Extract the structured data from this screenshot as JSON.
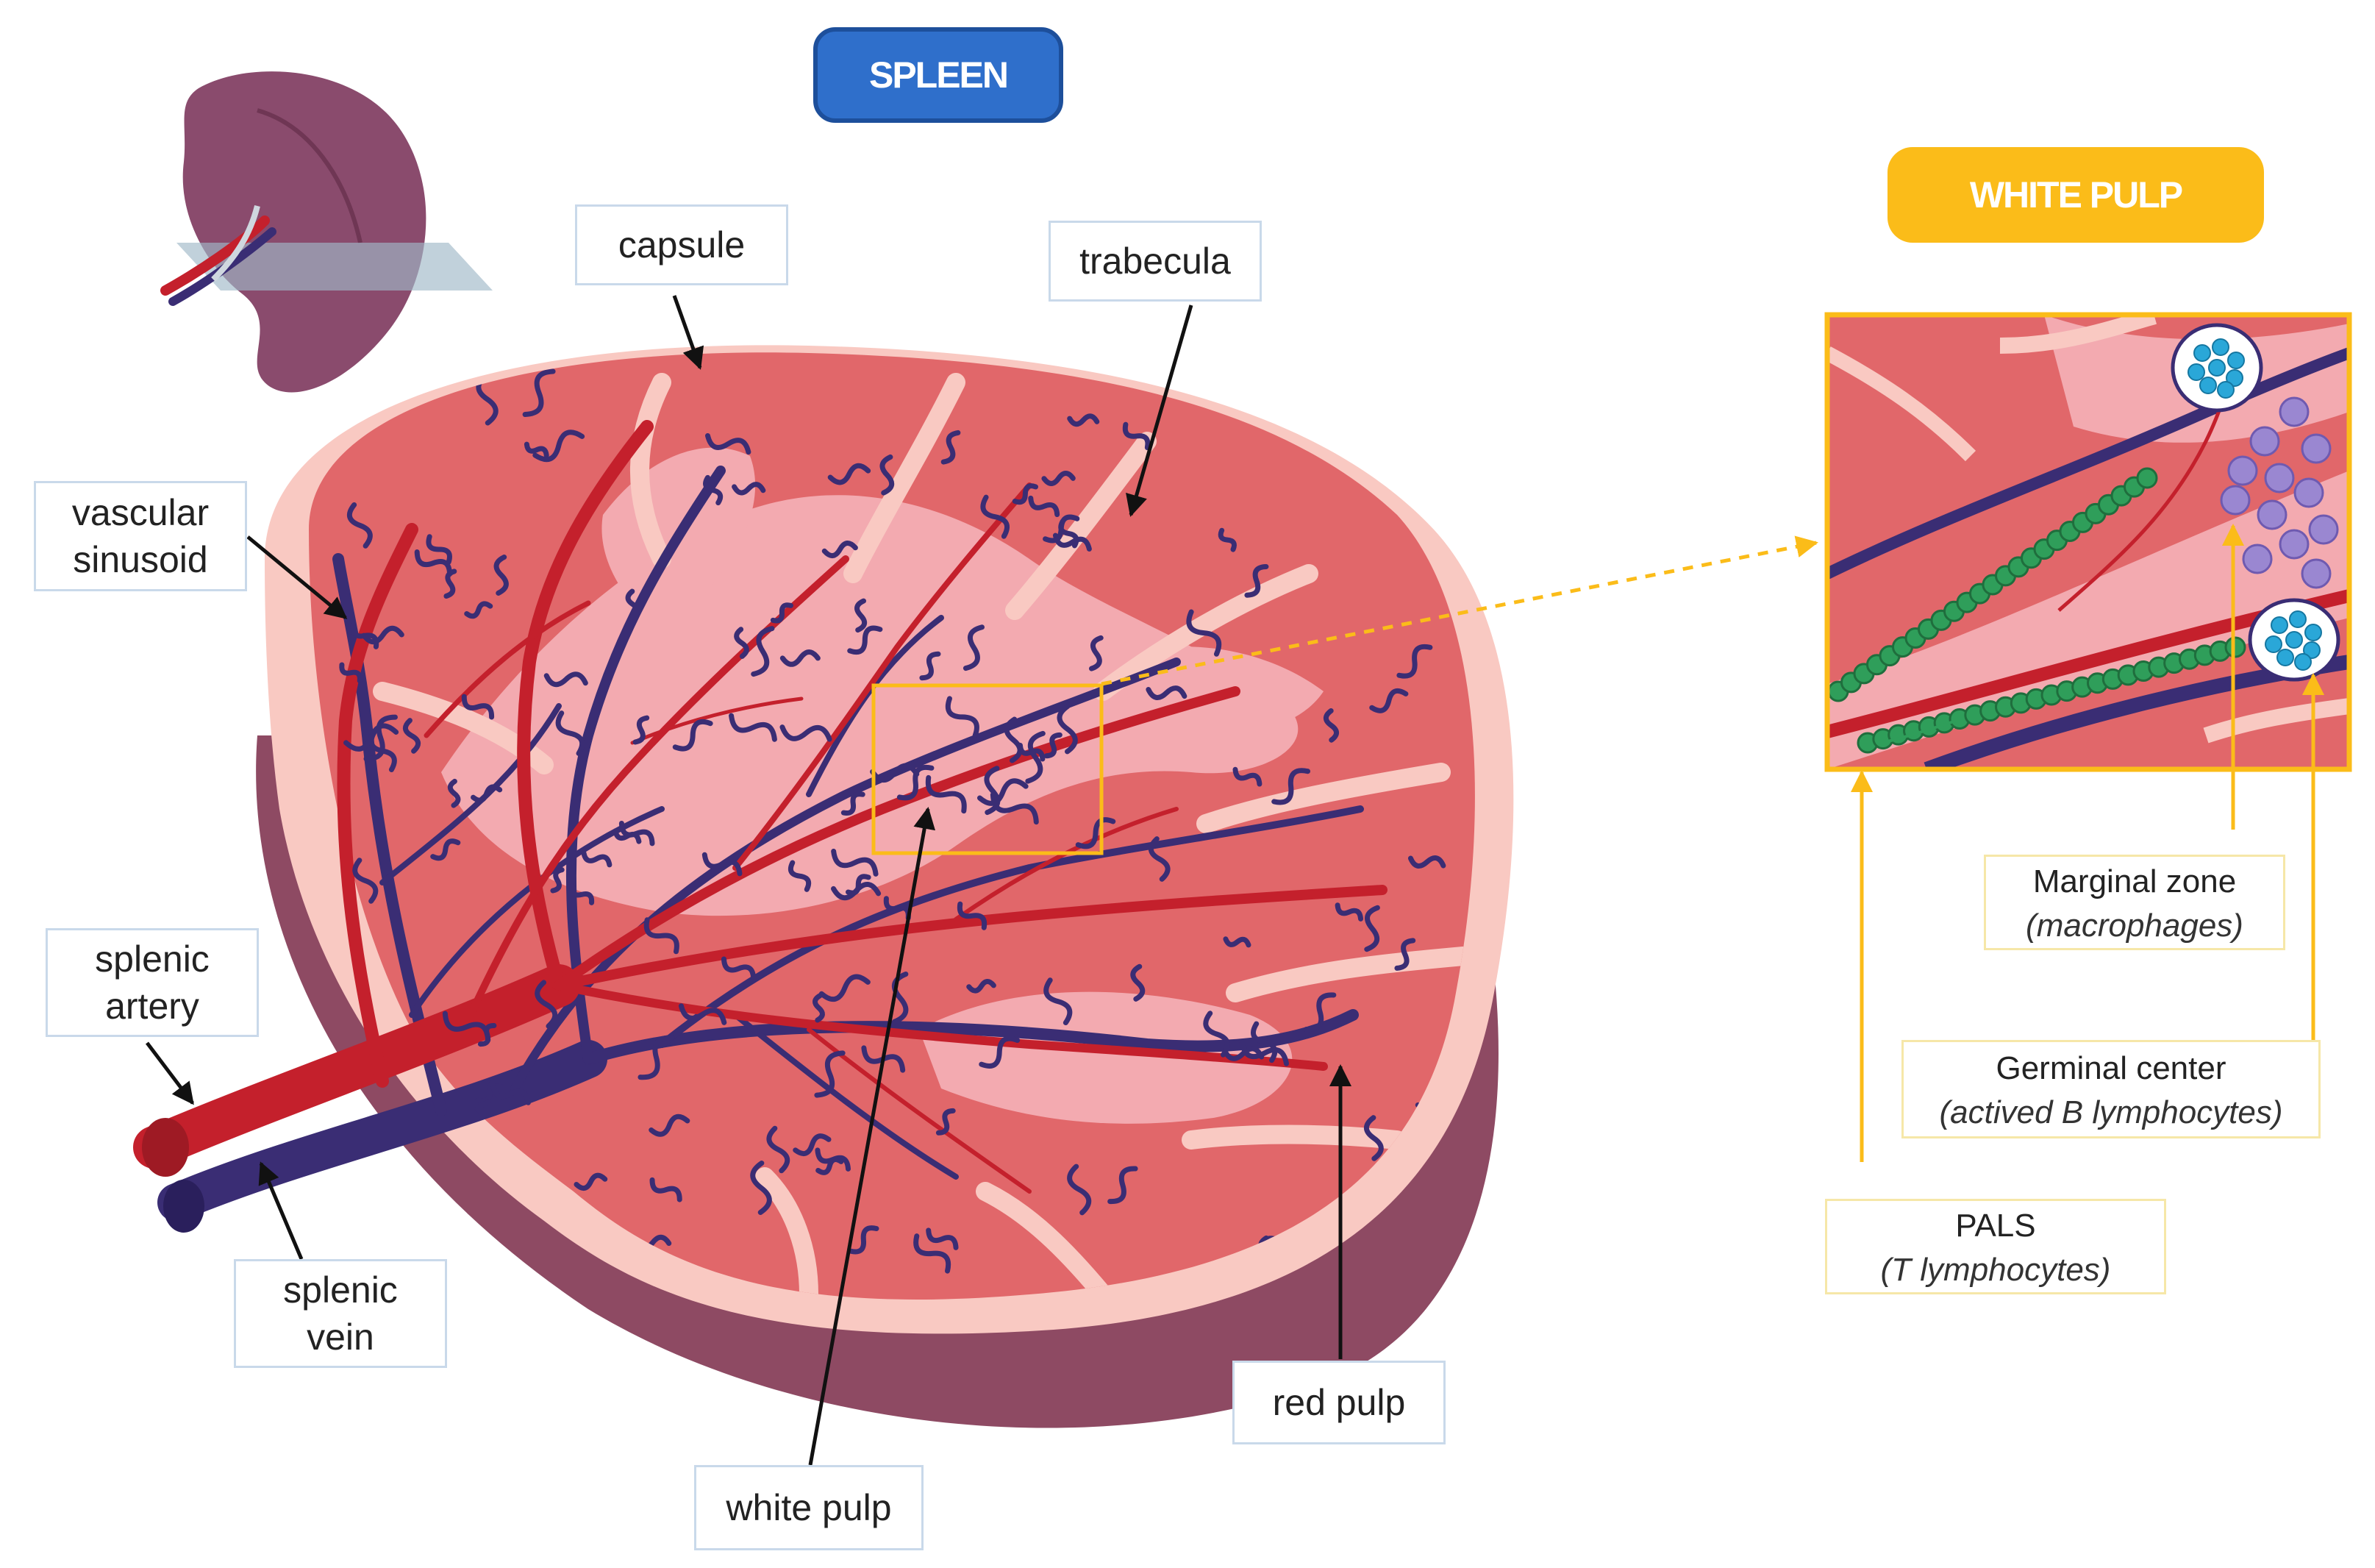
{
  "title": "SPLEEN",
  "inset_title": "WHITE PULP",
  "labels": {
    "capsule": "capsule",
    "trabecula": "trabecula",
    "vascular_sinusoid": [
      "vascular",
      "sinusoid"
    ],
    "splenic_artery": [
      "splenic",
      "artery"
    ],
    "splenic_vein": [
      "splenic",
      "vein"
    ],
    "white_pulp": "white pulp",
    "red_pulp": "red pulp"
  },
  "inset_labels": {
    "marginal_zone": {
      "name": "Marginal zone",
      "detail": "(macrophages)"
    },
    "germinal_center": {
      "name": "Germinal center",
      "detail": "(actived B lymphocytes)"
    },
    "pals": {
      "name": "PALS",
      "detail": "(T lymphocytes)"
    }
  },
  "colors": {
    "title_pill": "#2f6fcb",
    "inset_accent": "#fbbc19",
    "artery": "#c4202c",
    "vein": "#3a2d74",
    "red_pulp": "#e1676a",
    "white_pulp": "#f3aab0",
    "capsule": "#f9c9c2",
    "capsule_side": "#8e4a63",
    "t_cells": "#2f9e5a",
    "b_cells": "#2aa7d8",
    "macrophages": "#9a87d1"
  }
}
